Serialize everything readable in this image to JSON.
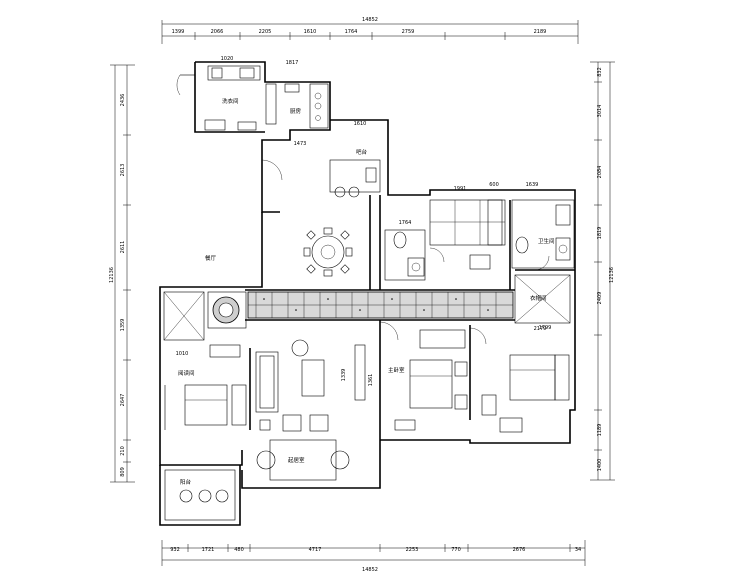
{
  "drawing": {
    "top_dims": {
      "overall": "14852",
      "segments": [
        "1399",
        "2066",
        "2205",
        "1610",
        "1764",
        "2759",
        "2189"
      ]
    },
    "bottom_dims": {
      "overall": "14852",
      "segments": [
        "932",
        "1721",
        "480",
        "4717",
        "2253",
        "770",
        "2676",
        "34"
      ]
    },
    "left_dims": {
      "overall": "12136",
      "segments": [
        "2436",
        "2613",
        "2611",
        "1359",
        "2647",
        "210",
        "809"
      ]
    },
    "right_dims": {
      "overall": "12136",
      "segments": [
        "832",
        "3014",
        "2084",
        "1819",
        "2409",
        "1189",
        "1400"
      ]
    },
    "inner_dims": [
      "1020",
      "1817",
      "1473",
      "1610",
      "1991",
      "600",
      "1639",
      "1764",
      "1339",
      "1361",
      "1010",
      "1799",
      "2179"
    ],
    "rooms": {
      "laundry": "洗衣间",
      "kitchen": "厨房",
      "bar": "吧台",
      "dining": "餐厅",
      "living": "起居室",
      "master_bedroom": "主卧室",
      "bathroom": "卫生间",
      "closet": "衣帽间",
      "reading": "阅读间",
      "balcony": "阳台"
    }
  }
}
